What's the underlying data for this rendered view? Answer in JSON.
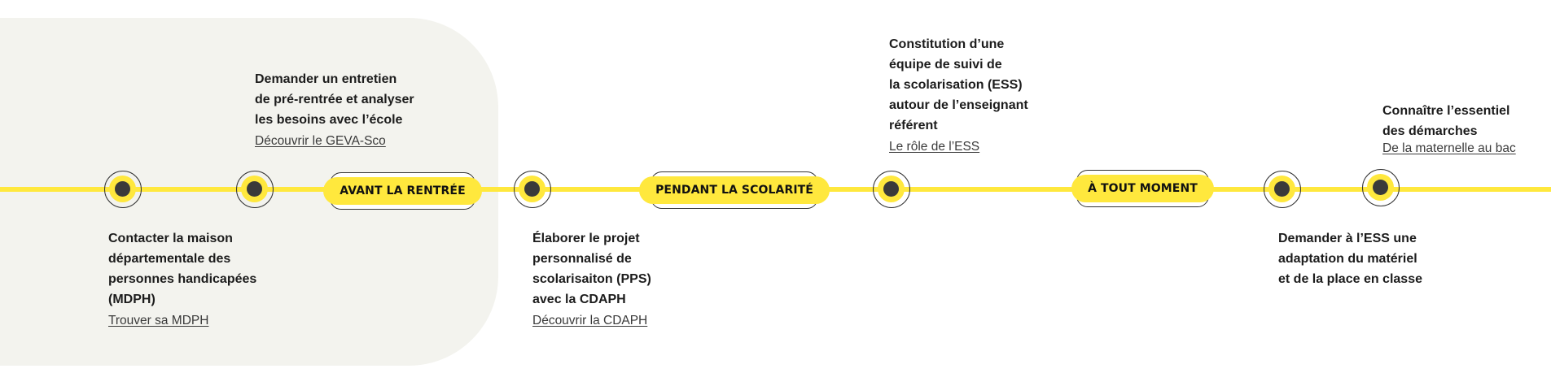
{
  "phases": {
    "avant": "AVANT LA RENTRÉE",
    "pendant": "PENDANT LA SCOLARITÉ",
    "tout": "À TOUT MOMENT"
  },
  "steps": {
    "mdph": {
      "text": "Contacter la maison\ndépartementale des\npersonnes handicapées\n(MDPH)",
      "link": "Trouver sa MDPH"
    },
    "entretien": {
      "text": "Demander un entretien\nde pré-rentrée et analyser\nles besoins avec l’école",
      "link": "Découvrir le GEVA-Sco"
    },
    "pps": {
      "text": "Élaborer le projet\npersonnalisé de\nscolarisaiton (PPS)\navec la CDAPH",
      "link": "Découvrir la CDAPH"
    },
    "ess": {
      "text": "Constitution d’une\néquipe de suivi de\nla scolarisation (ESS)\nautour de l’enseignant\nréférent",
      "link": "Le rôle de l’ESS"
    },
    "adaptation": {
      "text": "Demander à l’ESS une\nadaptation du matériel\net de la place en classe"
    },
    "essentiel": {
      "text": "Connaître l’essentiel\ndes démarches",
      "link": "De la maternelle au bac"
    }
  },
  "colors": {
    "accent": "#ffe83d",
    "panel": "#f3f3ee",
    "dot": "#3a3a3a"
  }
}
